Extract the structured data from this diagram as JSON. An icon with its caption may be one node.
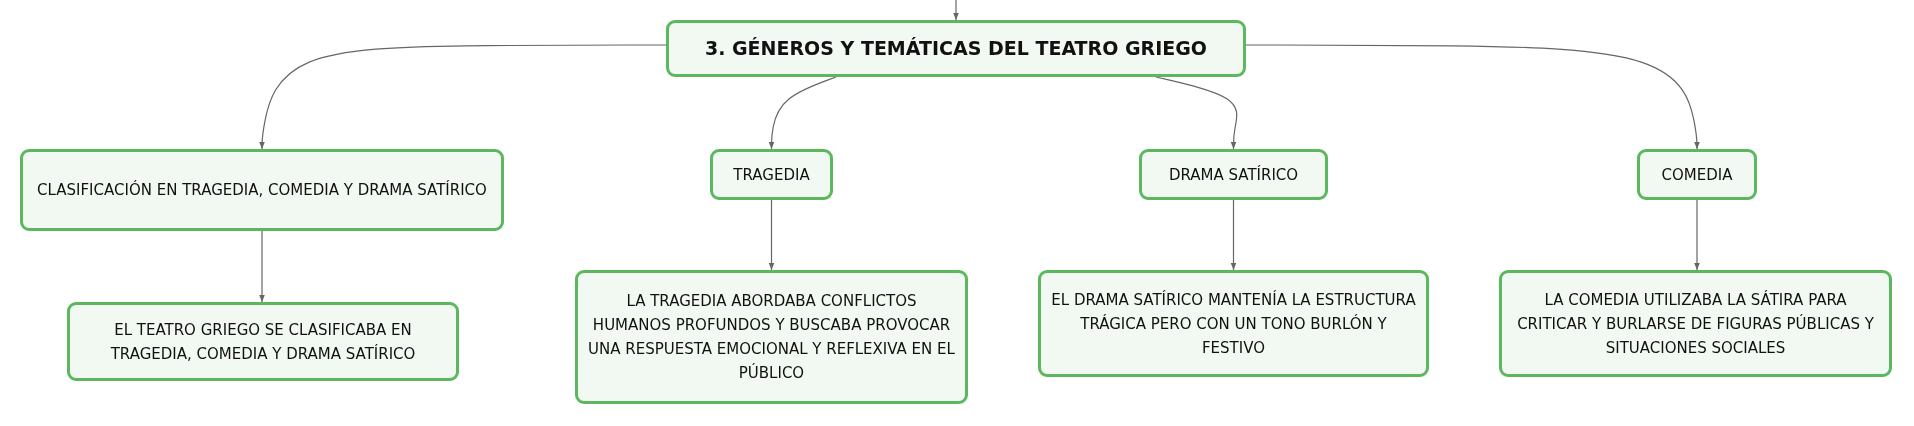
{
  "diagram": {
    "nodes": [
      {
        "text": [
          "3. GÉNEROS Y TEMÁTICAS DEL TEATRO GRIEGO"
        ]
      },
      {
        "text": [
          "CLASIFICACIÓN EN TRAGEDIA, COMEDIA Y DRAMA SATÍRICO"
        ]
      },
      {
        "text": [
          "TRAGEDIA"
        ]
      },
      {
        "text": [
          "DRAMA SATÍRICO"
        ]
      },
      {
        "text": [
          "COMEDIA"
        ]
      },
      {
        "text": [
          "EL TEATRO GRIEGO SE CLASIFICABA EN TRAGEDIA, COMEDIA Y DRAMA SATÍRICO"
        ]
      },
      {
        "text": [
          "LA TRAGEDIA ABORDABA CONFLICTOS HUMANOS PROFUNDOS Y BUSCABA PROVOCAR UNA RESPUESTA EMOCIONAL Y REFLEXIVA EN EL PÚBLICO"
        ]
      },
      {
        "text": [
          "EL DRAMA SATÍRICO MANTENÍA LA ESTRUCTURA TRÁGICA PERO CON UN TONO BURLÓN Y FESTIVO"
        ]
      },
      {
        "text": [
          "LA COMEDIA UTILIZABA LA SÁTIRA PARA CRITICAR Y BURLARSE DE FIGURAS PÚBLICAS Y SITUACIONES SOCIALES"
        ]
      }
    ],
    "edges": [
      {
        "from": null,
        "to": 0,
        "arrow": "to"
      },
      {
        "from": 0,
        "to": 1,
        "arrow": "to"
      },
      {
        "from": 0,
        "to": 2,
        "arrow": "to"
      },
      {
        "from": 0,
        "to": 3,
        "arrow": "to"
      },
      {
        "from": 0,
        "to": 4,
        "arrow": "to"
      },
      {
        "from": 1,
        "to": 5,
        "arrow": "to"
      },
      {
        "from": 2,
        "to": 6,
        "arrow": "to"
      },
      {
        "from": 3,
        "to": 7,
        "arrow": "to"
      },
      {
        "from": 4,
        "to": 8,
        "arrow": "to"
      }
    ]
  }
}
